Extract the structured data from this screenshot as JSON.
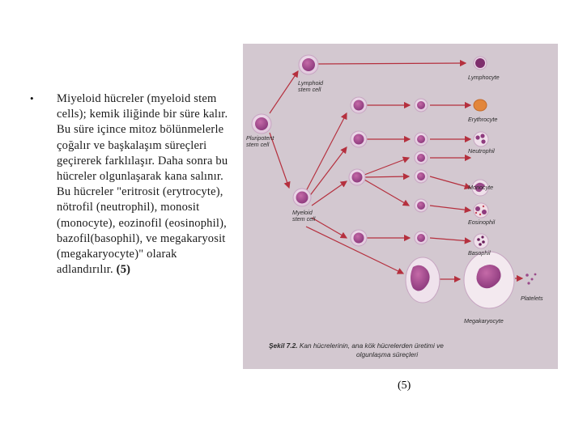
{
  "slide": {
    "bullet": "•",
    "text": "Miyeloid hücreler (myeloid stem cells); kemik iliğinde bir süre kalır. Bu süre içince mitoz bölünmelerle çoğalır ve başkalaşım süreçleri geçirerek farklılaşır. Daha sonra bu hücreler olgunlaşarak kana salınır. Bu hücreler \"eritrosit (erytrocyte), nötrofil (neutrophil), monosit (monocyte), eozinofil (eosinophil), bazofil(basophil), ve megakaryosit (megakaryocyte)\" olarak adlandırılır. ",
    "citation": "(5)"
  },
  "figure": {
    "labels": {
      "pluripotent": [
        "Pluripotent",
        "stem cell"
      ],
      "lymphoid": [
        "Lymphoid",
        "stem cell"
      ],
      "myeloid": [
        "Myeloid",
        "stem cell"
      ],
      "lymphocyte": "Lymphocyte",
      "erythrocyte": "Erythrocyte",
      "neutrophil": "Neutrophil",
      "monocyte": "Monocyte",
      "eosinophil": "Eosinophil",
      "basophil": "Basophil",
      "megakaryocyte": "Megakaryocyte",
      "platelets": "Platelets"
    },
    "caption_prefix": "Şekil 7.2.",
    "caption_line1": " Kan hücrelerinin, ana kök hücrelerden üretimi ve",
    "caption_line2": "olgunlaşma süreçleri",
    "source": "(5)"
  }
}
